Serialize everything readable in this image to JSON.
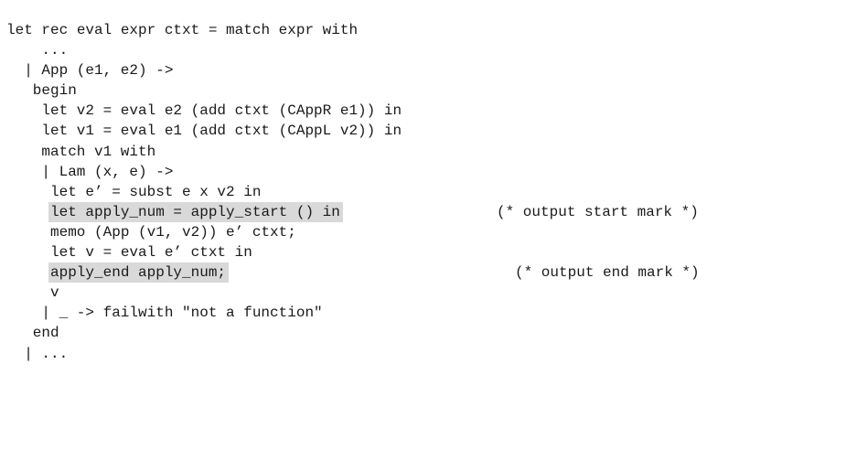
{
  "code_lines": [
    {
      "text": "let rec eval expr ctxt = match expr with",
      "indent": 0
    },
    {
      "text": "...",
      "indent": 4
    },
    {
      "text": "| App (e1, e2) ->",
      "indent": 2
    },
    {
      "text": "begin",
      "indent": 3
    },
    {
      "text": "let v2 = eval e2 (add ctxt (CAppR e1)) in",
      "indent": 4
    },
    {
      "text": "let v1 = eval e1 (add ctxt (CAppL v2)) in",
      "indent": 4
    },
    {
      "text": "match v1 with",
      "indent": 4
    },
    {
      "text": "| Lam (x, e) ->",
      "indent": 4
    },
    {
      "text": "let e’ = subst e x v2 in",
      "indent": 5
    },
    {
      "text": "let apply_num = apply_start () in",
      "indent": 5,
      "highlighted": true,
      "comment": "(* output start mark *)"
    },
    {
      "text": "memo (App (v1, v2)) e’ ctxt;",
      "indent": 5
    },
    {
      "text": "let v = eval e’ ctxt in",
      "indent": 5
    },
    {
      "text": "apply_end apply_num;",
      "indent": 5,
      "highlighted": true,
      "comment": "(* output end mark *)"
    },
    {
      "text": "v",
      "indent": 5
    },
    {
      "text": "| _ -> failwith \"not a function\"",
      "indent": 4
    },
    {
      "text": "end",
      "indent": 3
    },
    {
      "text": "| ...",
      "indent": 2
    }
  ],
  "colors": {
    "highlight": "#d9d9d9",
    "text": "#1a1a1a"
  }
}
